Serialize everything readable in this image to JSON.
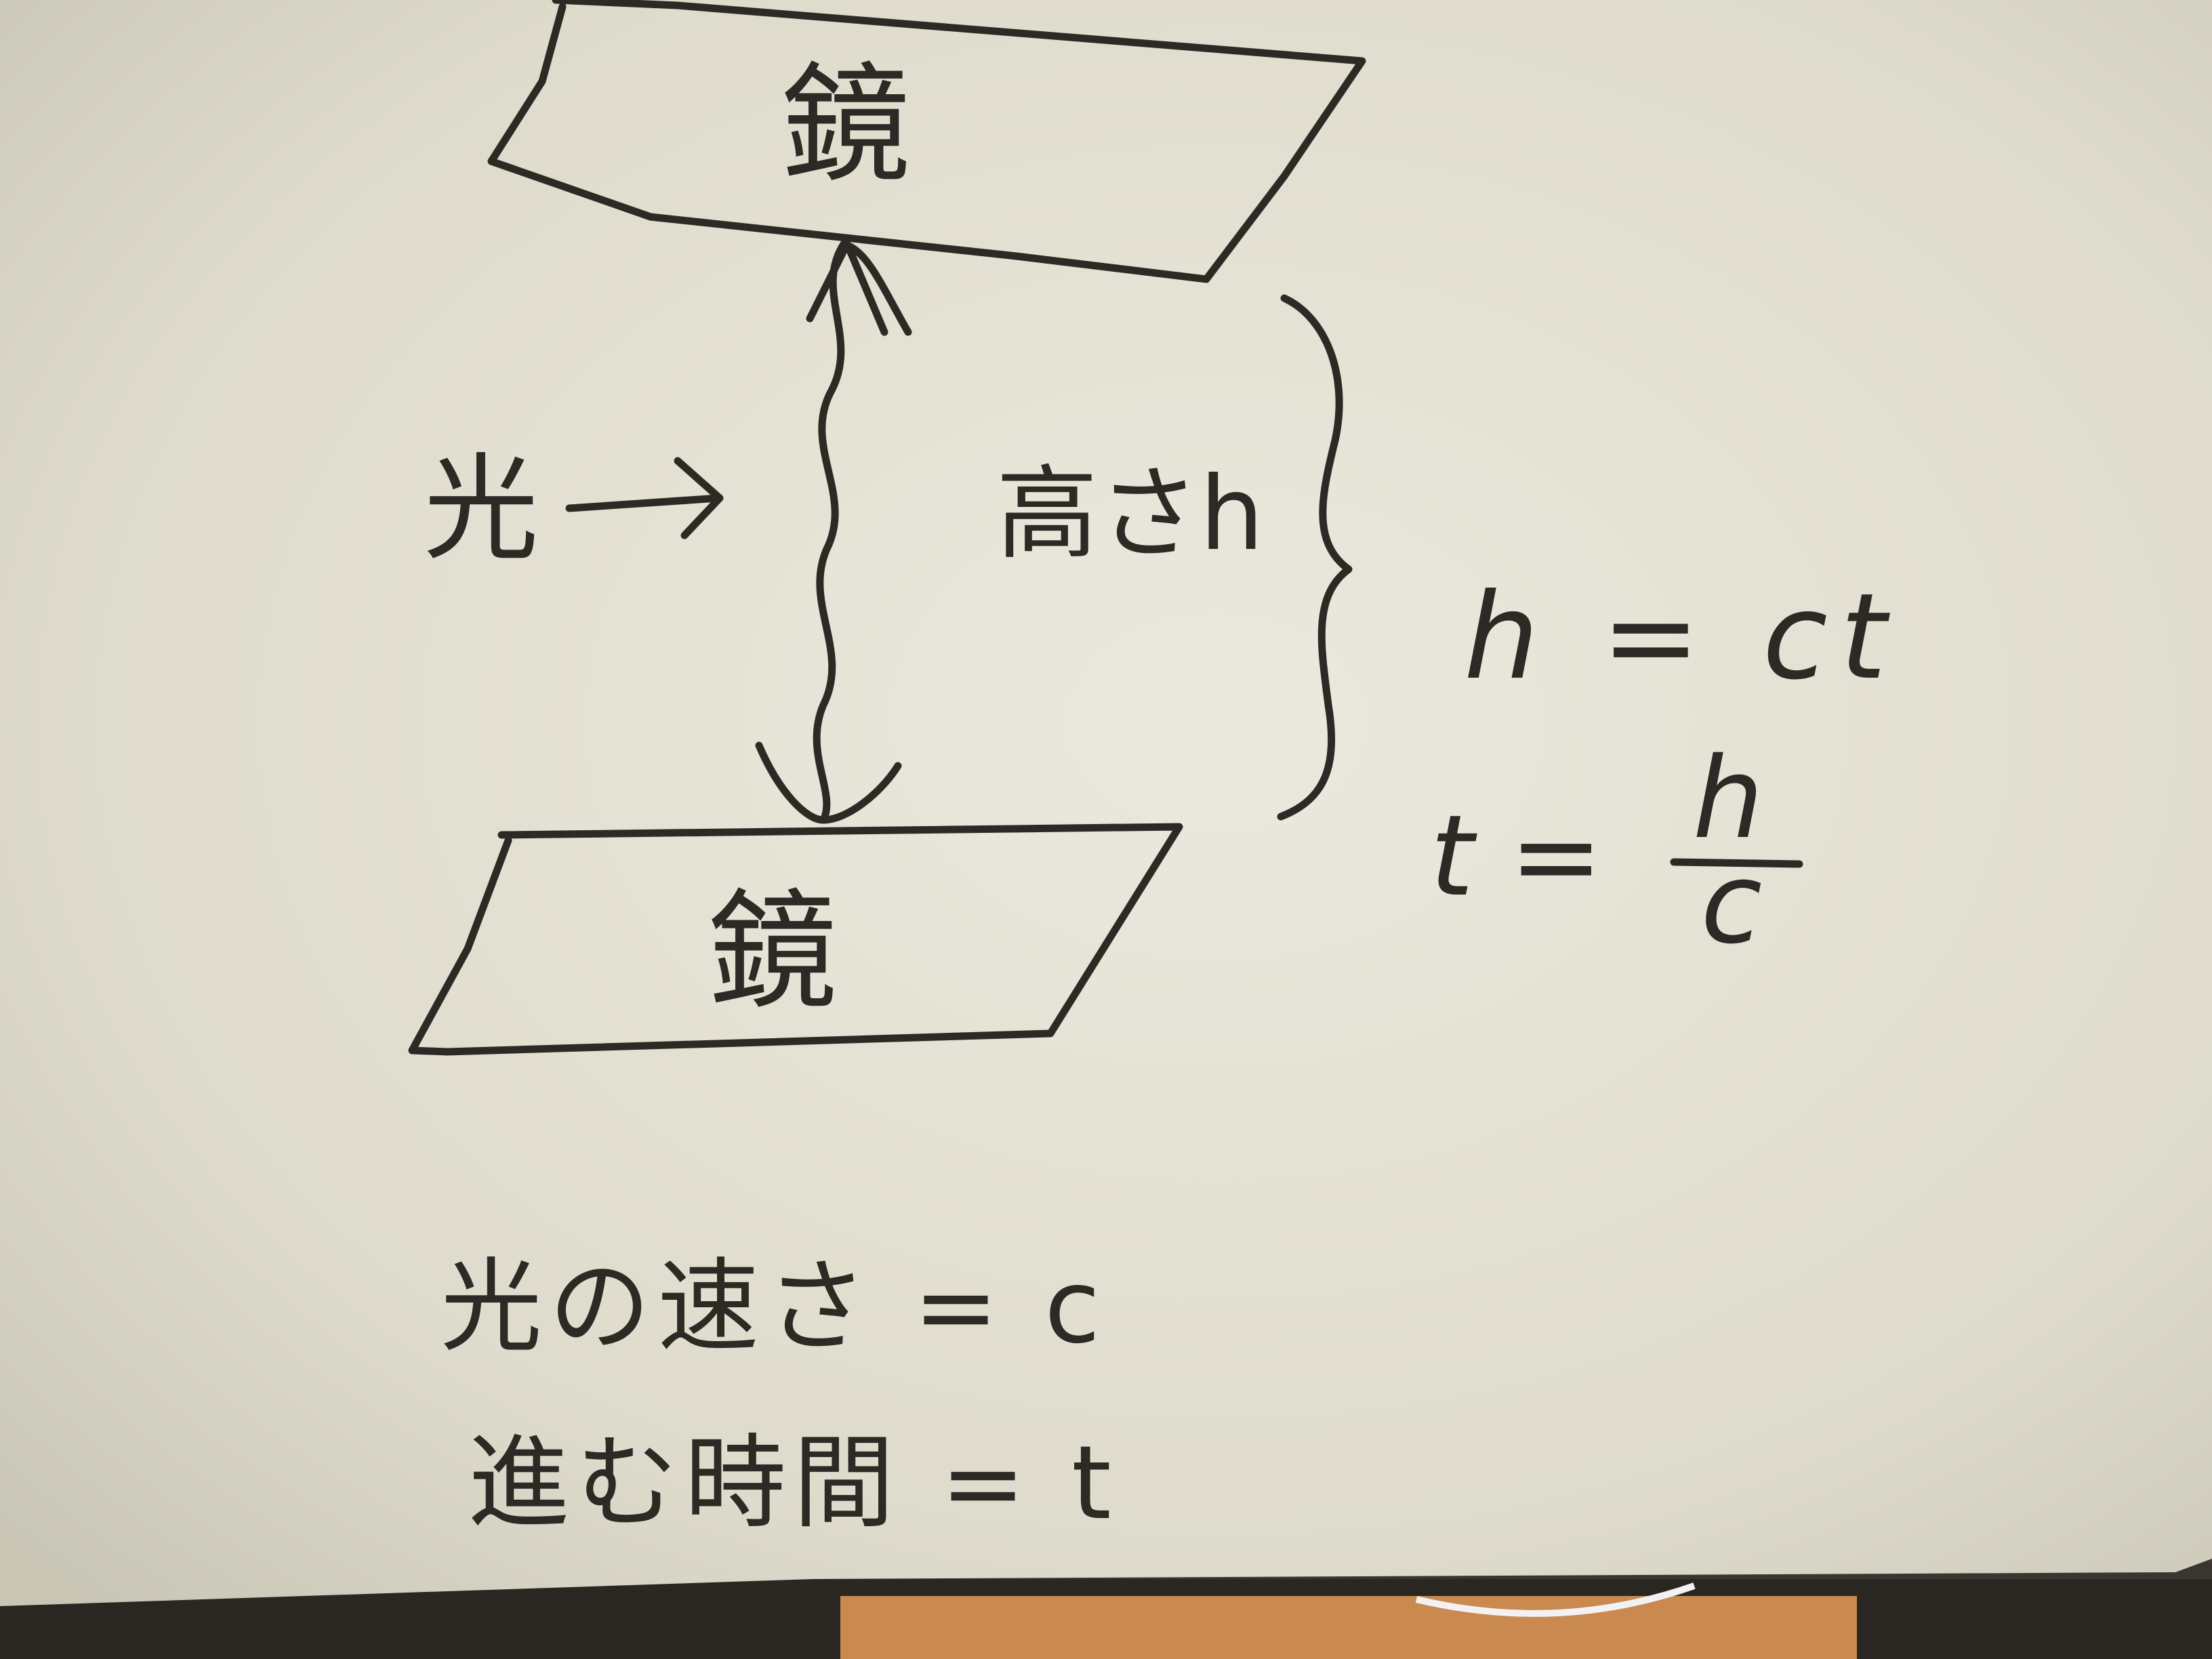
{
  "diagram": {
    "top_mirror_label": "鏡",
    "bottom_mirror_label": "鏡",
    "light_label": "光",
    "height_label": "高さh"
  },
  "equations": {
    "eq1": "h = ct",
    "eq2_lhs": "t =",
    "eq2_numerator": "h",
    "eq2_denominator": "c"
  },
  "definitions": {
    "speed_line": "光の速さ = c",
    "time_line": "進む時間 = t"
  },
  "colors": {
    "paper": "#e6e4d8",
    "ink": "#2c2a24",
    "desk": "#c9894f"
  }
}
